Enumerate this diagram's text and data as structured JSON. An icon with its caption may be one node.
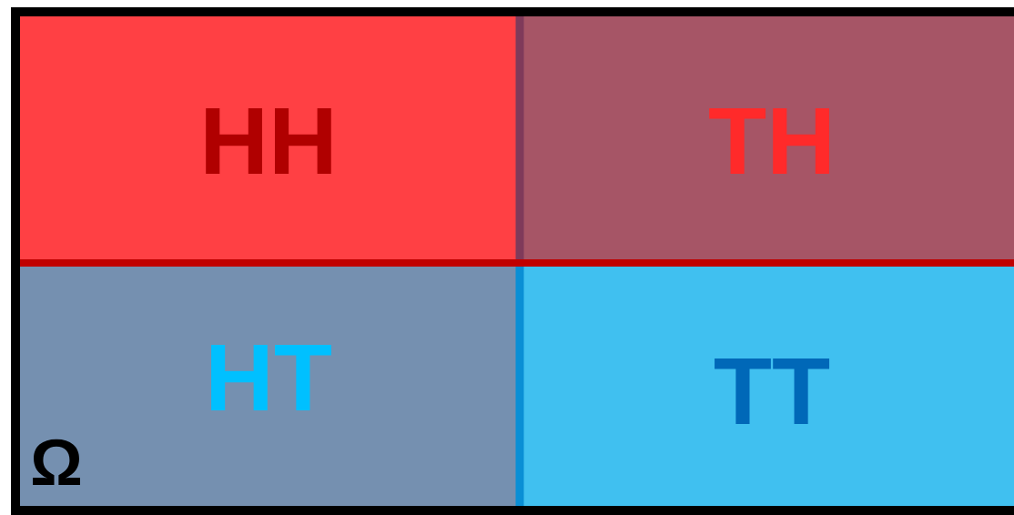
{
  "diagram": {
    "nodes": [
      {
        "text": [],
        "shape": "box"
      },
      {
        "text": [
          "HH"
        ],
        "in": 0
      },
      {
        "text": [
          "TH"
        ],
        "in": 0
      },
      {
        "text": [
          "HT"
        ],
        "in": 0
      },
      {
        "text": [
          "TT"
        ],
        "in": 0
      }
    ],
    "labels": [
      "Ω"
    ]
  }
}
